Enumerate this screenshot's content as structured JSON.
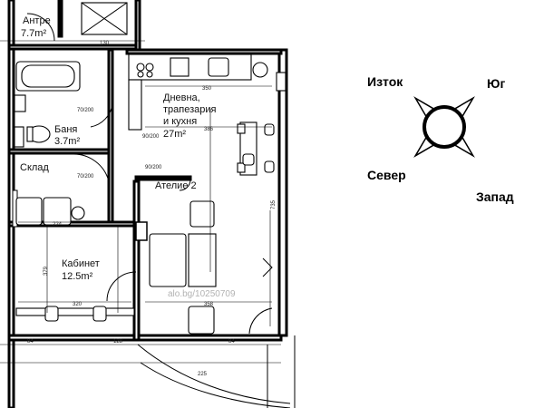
{
  "rooms": {
    "antre": {
      "name": "Антре",
      "area": "7.7m²"
    },
    "living": {
      "name_line1": "Дневна,",
      "name_line2": "трапезария",
      "name_line3": "и кухня",
      "area": "27m²"
    },
    "bath": {
      "name": "Баня",
      "area": "3.7m²"
    },
    "storage": {
      "name": "Склад"
    },
    "studio": {
      "name": "Ателие 2"
    },
    "office": {
      "name": "Кабинет",
      "area": "12.5m²"
    }
  },
  "compass": {
    "east": "Изток",
    "south": "Юг",
    "north": "Север",
    "west": "Запад"
  },
  "watermark": "alo.bg/10250709",
  "dimensions": {
    "d350": "350",
    "d386": "386",
    "d320": "320",
    "d358": "358",
    "d224": "224",
    "d84": "84",
    "d130": "130",
    "d70_200a": "70/200",
    "d70_200b": "70/200",
    "d90_200a": "90/200",
    "d90_200b": "90/200",
    "d128": "128",
    "d225": "225",
    "d84b": "84",
    "d735": "735",
    "d379": "379"
  }
}
